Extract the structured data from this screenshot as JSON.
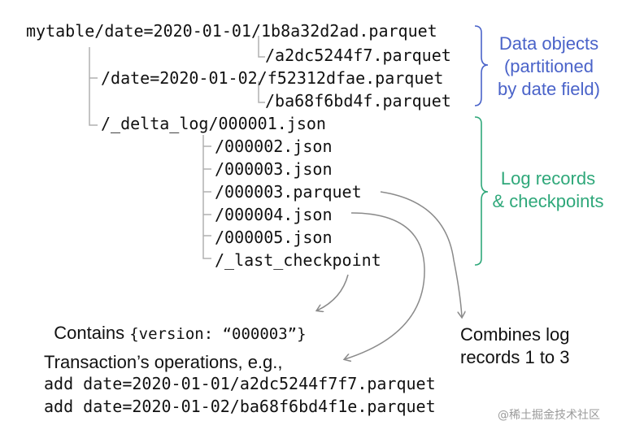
{
  "tree": {
    "root": "mytable/date=2020-01-01/1b8a32d2ad.parquet",
    "f2": "/a2dc5244f7.parquet",
    "f3": "/date=2020-01-02/f52312dfae.parquet",
    "f4": "/ba68f6bd4f.parquet",
    "f5": "/_delta_log/000001.json",
    "f6": "/000002.json",
    "f7": "/000003.json",
    "f8": "/000003.parquet",
    "f9": "/000004.json",
    "f10": "/000005.json",
    "f11": "/_last_checkpoint"
  },
  "labels": {
    "data_objects": "Data objects\n(partitioned\nby date field)",
    "log_records": "Log records\n& checkpoints",
    "combines": "Combines log\nrecords 1 to 3"
  },
  "notes": {
    "contains_prefix": "Contains ",
    "contains_code": "{version: “000003”}",
    "txn_title": "Transaction’s operations, e.g.,",
    "txn_line1": "add date=2020-01-01/a2dc5244f7f7.parquet",
    "txn_line2": "add date=2020-01-02/ba68f6bd4f1e.parquet"
  },
  "watermark": "@稀土掘金技术社区",
  "colors": {
    "blue": "#4a63c9",
    "green": "#2fa87a",
    "connector": "#b0b0b0",
    "arrow": "#8a8a8a"
  }
}
